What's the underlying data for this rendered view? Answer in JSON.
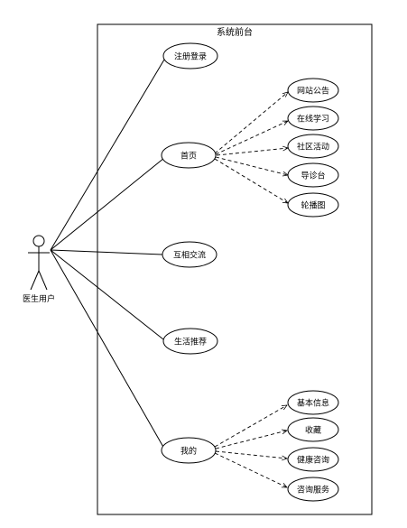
{
  "system": {
    "title": "系统前台"
  },
  "actor": {
    "label": "医生用户"
  },
  "use_cases": [
    {
      "id": "register",
      "label": "注册登录"
    },
    {
      "id": "home",
      "label": "首页"
    },
    {
      "id": "exchange",
      "label": "互相交流"
    },
    {
      "id": "recommend",
      "label": "生活推荐"
    },
    {
      "id": "mine",
      "label": "我的"
    }
  ],
  "home_children": [
    {
      "id": "notice",
      "label": "网站公告"
    },
    {
      "id": "study",
      "label": "在线学习"
    },
    {
      "id": "community",
      "label": "社区活动"
    },
    {
      "id": "guide",
      "label": "导诊台"
    },
    {
      "id": "carousel",
      "label": "轮播图"
    }
  ],
  "mine_children": [
    {
      "id": "basic-info",
      "label": "基本信息"
    },
    {
      "id": "favorites",
      "label": "收藏"
    },
    {
      "id": "health-consult",
      "label": "健康咨询"
    },
    {
      "id": "consult-service",
      "label": "咨询服务"
    }
  ]
}
